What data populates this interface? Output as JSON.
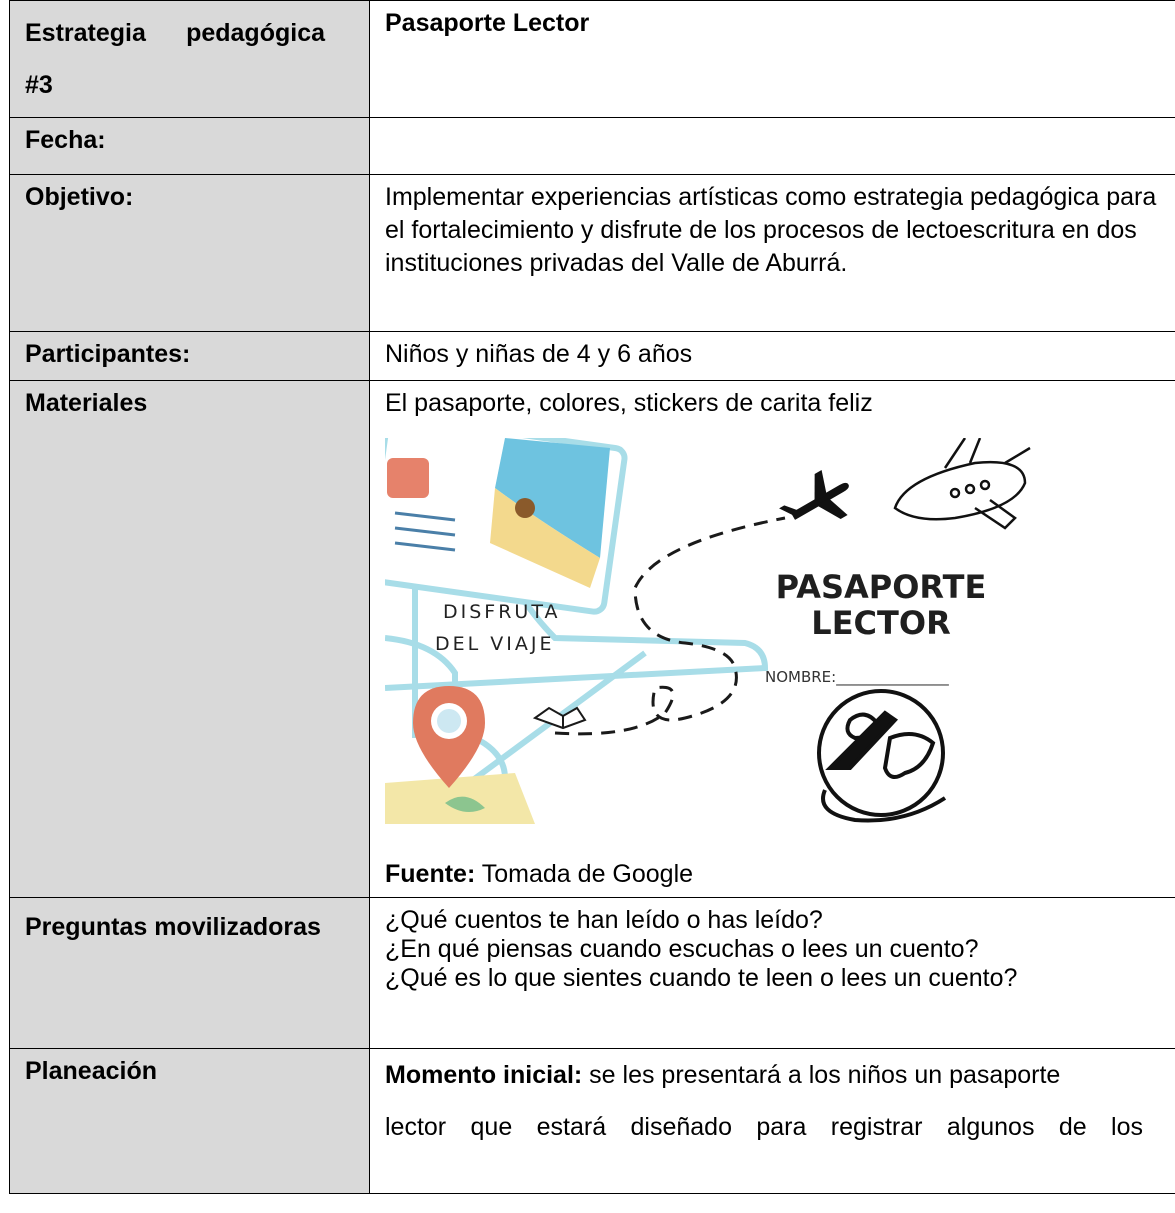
{
  "table": {
    "row1": {
      "label": "Estrategia pedagógica #3",
      "value": "Pasaporte Lector"
    },
    "row2": {
      "label": "Fecha:",
      "value": ""
    },
    "row3": {
      "label": "Objetivo:",
      "value": "Implementar experiencias artísticas como estrategia pedagógica para el fortalecimiento y disfrute de los procesos de lectoescritura en dos instituciones privadas del Valle de Aburrá."
    },
    "row4": {
      "label": "Participantes:",
      "value": "Niños y niñas de 4 y 6 años"
    },
    "row5": {
      "label": "Materiales",
      "value": "El pasaporte, colores, stickers de carita feliz",
      "image": {
        "title_line1": "PASAPORTE",
        "title_line2": "LECTOR",
        "name_field": "NOMBRE:_______________",
        "slogan_line1": "DISFRUTA",
        "slogan_line2": "DEL VIAJE"
      },
      "source_label": "Fuente:",
      "source_text": " Tomada de Google"
    },
    "row6": {
      "label": "Preguntas movilizadoras",
      "questions": [
        "¿Qué cuentos te han leído o has leído?",
        "¿En qué piensas cuando escuchas o lees un cuento?",
        "¿Qué es lo que sientes cuando te leen o lees un cuento?"
      ]
    },
    "row7": {
      "label": "Planeación",
      "lead": "Momento inicial:",
      "text_line1": " se les presentará a los niños un pasaporte",
      "text_line2": "lector que estará diseñado para registrar algunos de los"
    }
  },
  "colors": {
    "label_bg": "#d9d9d9",
    "border": "#000000",
    "map_line": "#a8dde8",
    "pin": "#e07a5f"
  },
  "icons": [
    "airplane-icon",
    "airplane-outline-icon",
    "globe-icon",
    "book-icon",
    "map-pin-icon",
    "postcard-icon"
  ]
}
